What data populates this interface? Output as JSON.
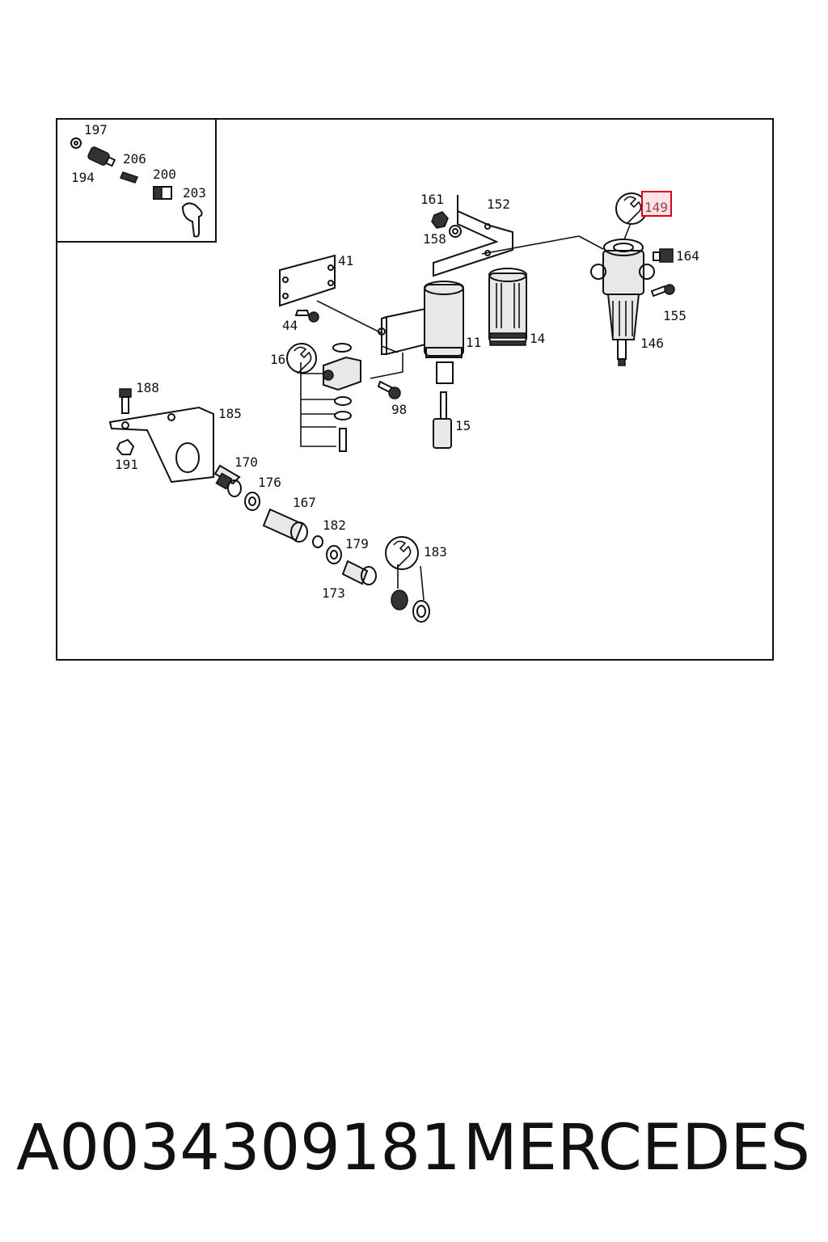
{
  "diagram": {
    "callouts": {
      "c197": "197",
      "c194": "194",
      "c206": "206",
      "c200": "200",
      "c203": "203",
      "c161": "161",
      "c152": "152",
      "c158": "158",
      "c149": "149",
      "c164": "164",
      "c155": "155",
      "c146": "146",
      "c41": "41",
      "c44": "44",
      "c16": "16",
      "c11": "11",
      "c14": "14",
      "c98": "98",
      "c15": "15",
      "c188": "188",
      "c185": "185",
      "c191": "191",
      "c170": "170",
      "c176": "176",
      "c167": "167",
      "c182": "182",
      "c179": "179",
      "c173": "173",
      "c183": "183"
    },
    "highlighted_callout": "149",
    "highlight_color": "#e0001a",
    "icons": [
      "wrench-icon",
      "wrench-icon",
      "wrench-icon",
      "wrench-icon"
    ]
  },
  "footer": {
    "part_number": "A0034309181",
    "brand": "MERCEDES"
  }
}
